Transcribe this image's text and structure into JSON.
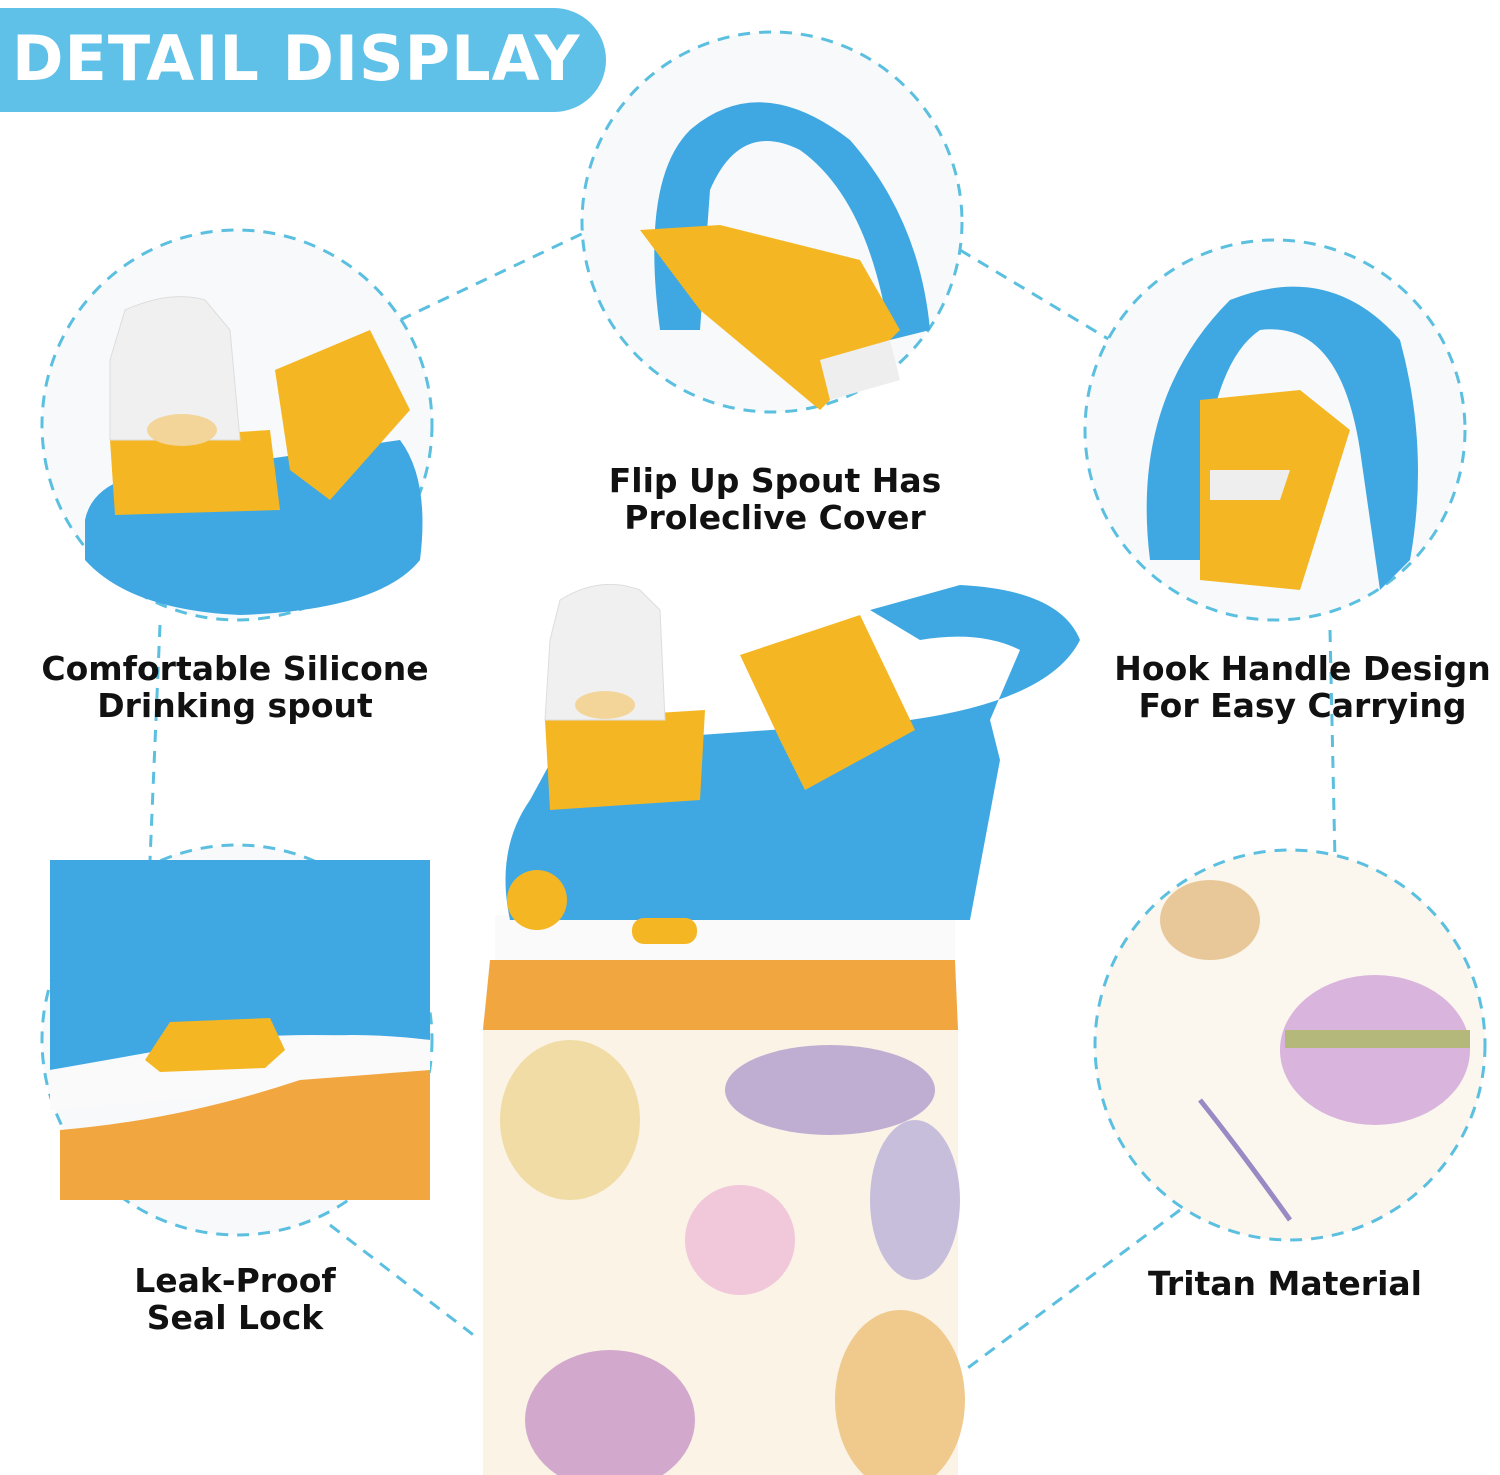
{
  "header": {
    "title": "DETAIL DISPLAY"
  },
  "features": [
    {
      "line1": "Flip Up Spout Has",
      "line2": "Proleclive Cover"
    },
    {
      "line1": "Comfortable Silicone",
      "line2": "Drinking spout"
    },
    {
      "line1": "Hook Handle Design",
      "line2": "For Easy Carrying"
    },
    {
      "line1": "Leak-Proof",
      "line2": "Seal Lock"
    },
    {
      "line1": "Tritan Material",
      "line2": ""
    }
  ],
  "colors": {
    "accent": "#5fc0e8",
    "lid_blue": "#3fa8e2",
    "yellow": "#f5b623",
    "orange": "#f2a640",
    "dash": "#5bbfe0"
  }
}
